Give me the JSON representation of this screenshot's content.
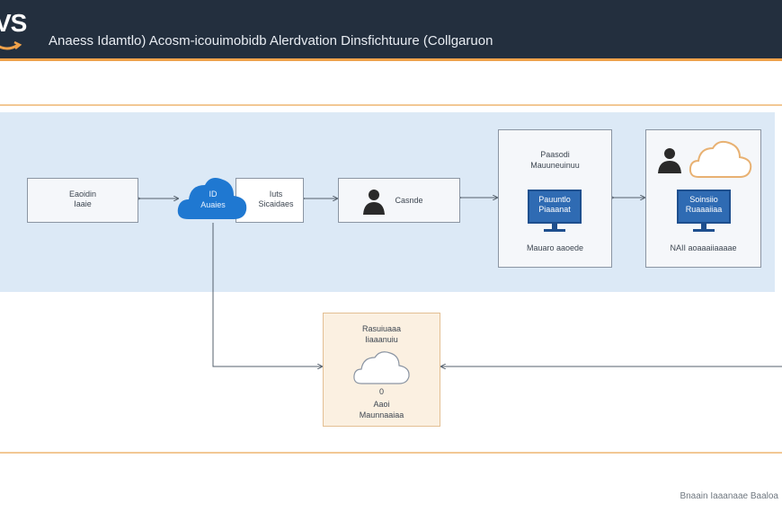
{
  "header": {
    "logo_text": "VS",
    "title": "Anaess Idamtlo) Acosm-icouimobidb Alerdvation Dinsfichtuure (Collgaruon"
  },
  "nodes": {
    "left_box": {
      "line1": "Eaoidin",
      "line2": "Iaaie"
    },
    "cloud_node": {
      "line1": "ID",
      "line2": "Auaies"
    },
    "cloud_side_label": {
      "line1": "Iuts",
      "line2": "Sicaidaes"
    },
    "user_box": {
      "label": "Casnde"
    },
    "panel_a": {
      "top_line1": "Paasodi",
      "top_line2": "Mauuneuinuu",
      "screen_line1": "Pauuntlo",
      "screen_line2": "Piaaanat",
      "bottom": "Mauaro aaoede"
    },
    "panel_b": {
      "screen_line1": "Soinsiio",
      "screen_line2": "Ruaaaiiaa",
      "bottom": "NAII aoaaaiiaaaae"
    },
    "bottom_box": {
      "top_line1": "Rasuiuaaa",
      "top_line2": "Iiaaanuiu",
      "digit": "0",
      "line1": "Aaoi",
      "line2": "Maunnaaiaa"
    }
  },
  "footer": {
    "text": "Bnaain  Iaaanaae Baaloa"
  },
  "colors": {
    "header_bg": "#232f3e",
    "accent_orange": "#f0a24a",
    "band_blue": "#dce9f6",
    "node_blue": "#1f78d1",
    "screen_blue": "#2f6bb3",
    "bottom_box_bg": "#fbf0e1"
  }
}
